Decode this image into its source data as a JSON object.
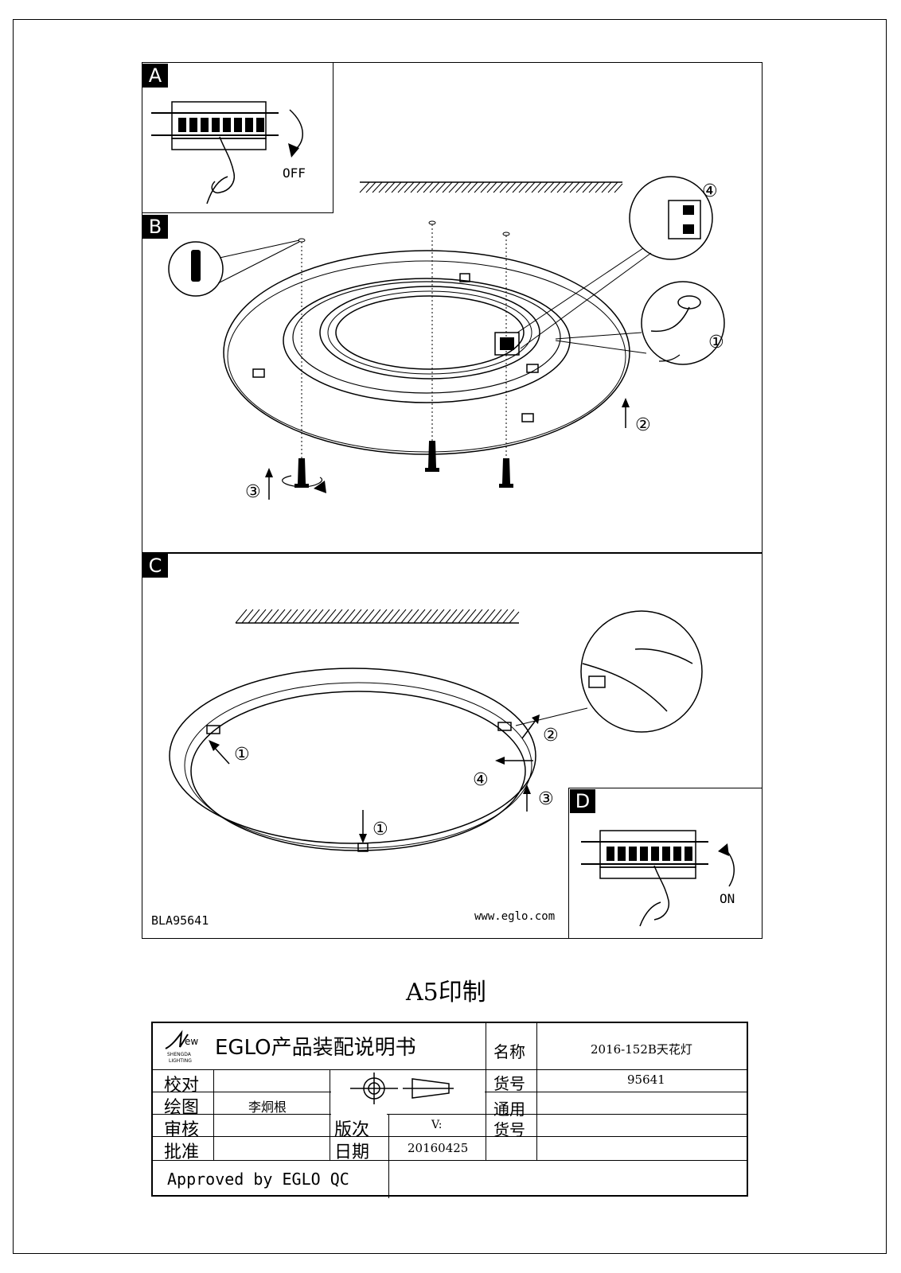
{
  "panels": {
    "a": {
      "tag": "A",
      "switch_label": "OFF"
    },
    "b": {
      "tag": "B",
      "steps": [
        "①",
        "②",
        "③",
        "④"
      ]
    },
    "c": {
      "tag": "C",
      "steps": [
        "①",
        "①",
        "②",
        "③",
        "④"
      ],
      "code": "BLA95641",
      "website": "www.eglo.com"
    },
    "d": {
      "tag": "D",
      "switch_label": "ON"
    }
  },
  "print_note": "A5印制",
  "title_block": {
    "logo_text": "ew",
    "logo_sub1": "SHENGDA",
    "logo_sub2": "LIGHTING",
    "doc_title": "EGLO产品装配说明书",
    "name_label": "名称",
    "name_value": "2016-152B天花灯",
    "proofread_label": "校对",
    "draw_label": "绘图",
    "draw_value": "李炯根",
    "review_label": "审核",
    "approve_label": "批准",
    "edition_label": "版次",
    "edition_value": "V:",
    "date_label": "日期",
    "date_value": "20160425",
    "item_no_label": "货号",
    "item_no_value": "95641",
    "general_no_label_1": "通用",
    "general_no_label_2": "货号",
    "approved": "Approved by EGLO QC"
  }
}
